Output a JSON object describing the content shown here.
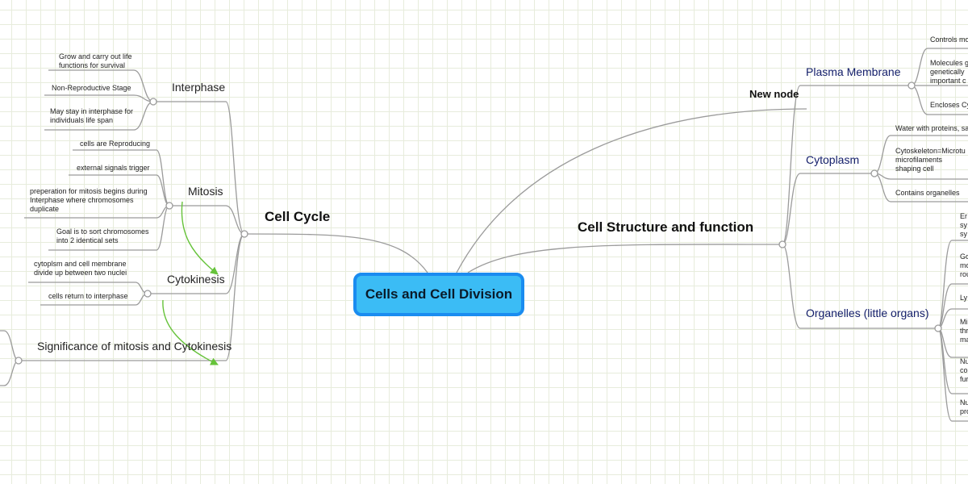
{
  "central": "Cells and Cell Division",
  "cell_cycle": {
    "title": "Cell Cycle",
    "interphase": {
      "title": "Interphase",
      "leaves": [
        "Grow and carry out life functions for survival",
        "Non-Reproductive Stage",
        "May stay in interphase for individuals life span"
      ]
    },
    "mitosis": {
      "title": "Mitosis",
      "leaves": [
        "cells are Reproducing",
        "external signals trigger",
        "preperation for mitosis begins during Interphase where chromosomes duplicate",
        "Goal is to sort chromosomes into 2 identical sets"
      ]
    },
    "cytokinesis": {
      "title": "Cytokinesis",
      "leaves": [
        "cytoplsm and cell membrane divide up between two nuclei",
        "cells return to interphase"
      ]
    },
    "significance": {
      "title": "Significance of mitosis and Cytokinesis"
    }
  },
  "new_node": "New node",
  "cell_structure": {
    "title": "Cell Structure and function",
    "plasma_membrane": {
      "title": "Plasma Membrane",
      "leaves": [
        "Controls mo",
        "Molecules g genetically important c",
        "Encloses Cy"
      ]
    },
    "cytoplasm": {
      "title": "Cytoplasm",
      "leaves": [
        "Water with proteins, sa",
        "Cytoskeleton=Microtu microfilaments shaping cell",
        "Contains organelles"
      ]
    },
    "organelles": {
      "title": "Organelles (little organs)",
      "leaves": [
        "Er sy sy",
        "Go mo rou",
        "Ly",
        "Mi thr ma",
        "Nu co fur",
        "Nu pro"
      ]
    }
  },
  "colors": {
    "central_fill": "#3bbcf5",
    "central_border": "#1a8cf0",
    "connector": "#9b9b9b",
    "relationship_arrow": "#66c33a",
    "subtopic_text_right": "#15206b"
  }
}
